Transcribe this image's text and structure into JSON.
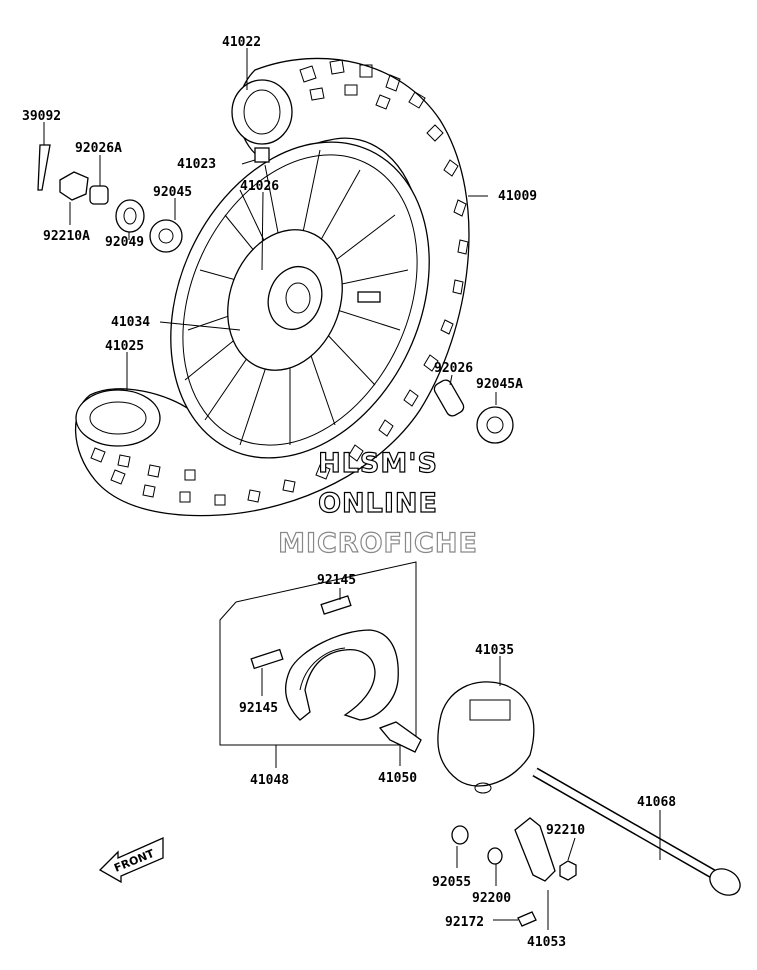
{
  "parts": {
    "p41022": "41022",
    "p39092": "39092",
    "p92026A": "92026A",
    "p41023": "41023",
    "p41026": "41026",
    "p41009": "41009",
    "p92045": "92045",
    "p92210A": "92210A",
    "p92049": "92049",
    "p41034": "41034",
    "p41025": "41025",
    "p92026": "92026",
    "p92045A": "92045A",
    "p92145a": "92145",
    "p92145b": "92145",
    "p41048": "41048",
    "p41035": "41035",
    "p41050": "41050",
    "p41068": "41068",
    "p92210": "92210",
    "p92055": "92055",
    "p92200": "92200",
    "p92172": "92172",
    "p41053": "41053"
  },
  "watermark": {
    "line1": "HLSM'S",
    "line2": "ONLINE",
    "line3": "MICROFICHE"
  },
  "front_label": "FRONT"
}
